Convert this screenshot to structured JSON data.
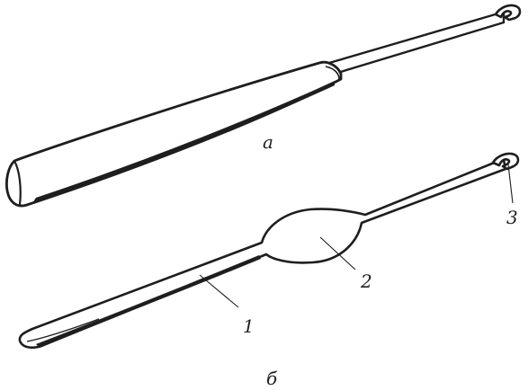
{
  "figure": {
    "colors": {
      "ink": "#1e1e1e",
      "paper": "#ffffff"
    },
    "caption_a": "а",
    "caption_b": "б",
    "callout_1": "1",
    "callout_2": "2",
    "callout_3": "3"
  }
}
